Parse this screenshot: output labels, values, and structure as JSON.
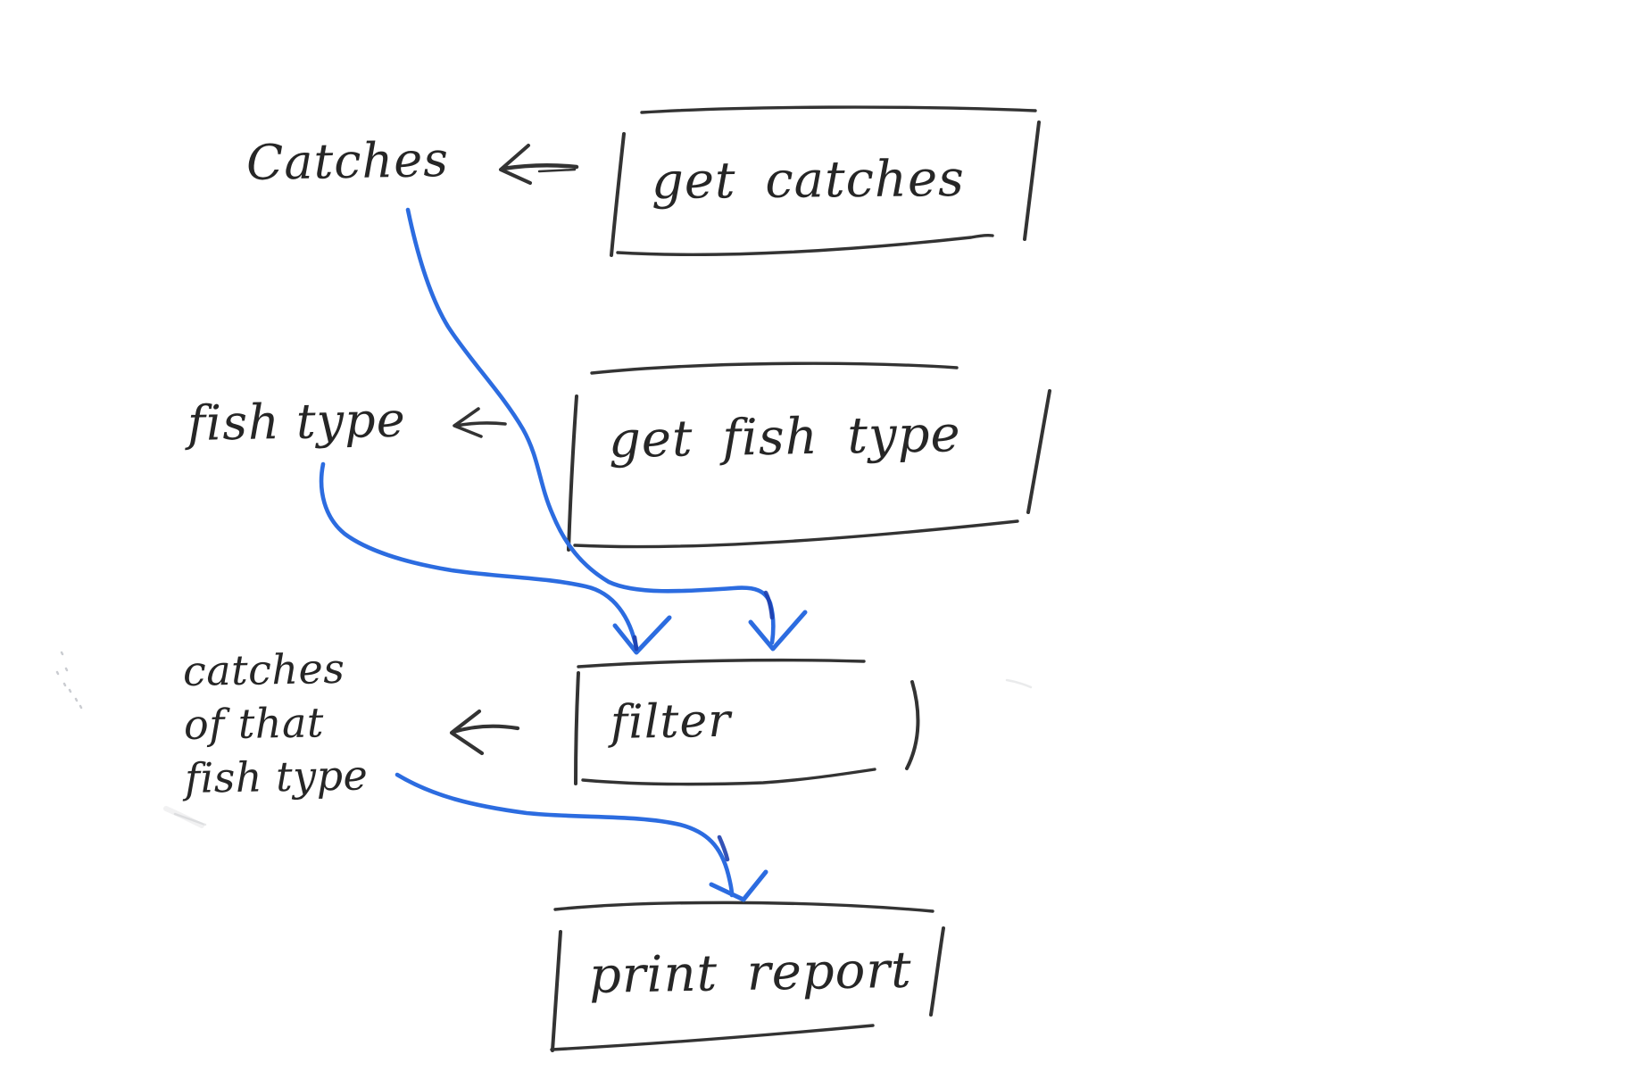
{
  "labels": {
    "catches": "Catches",
    "fish_type": "fish type",
    "filter_result_line1": "catches",
    "filter_result_line2": "of that",
    "filter_result_line3": "fish type"
  },
  "boxes": {
    "get_catches": "get catches",
    "get_fish_type": "get fish type",
    "filter": "filter",
    "print_report": "print report"
  },
  "icons": {
    "assignment_arrow": "←",
    "flow_arrowhead": "∨"
  },
  "colors": {
    "ink": "#333333",
    "flow_blue": "#2c6ce0",
    "flow_blue_dark": "#1e3fae",
    "smudge": "#8a8f98",
    "background": "#ffffff"
  }
}
